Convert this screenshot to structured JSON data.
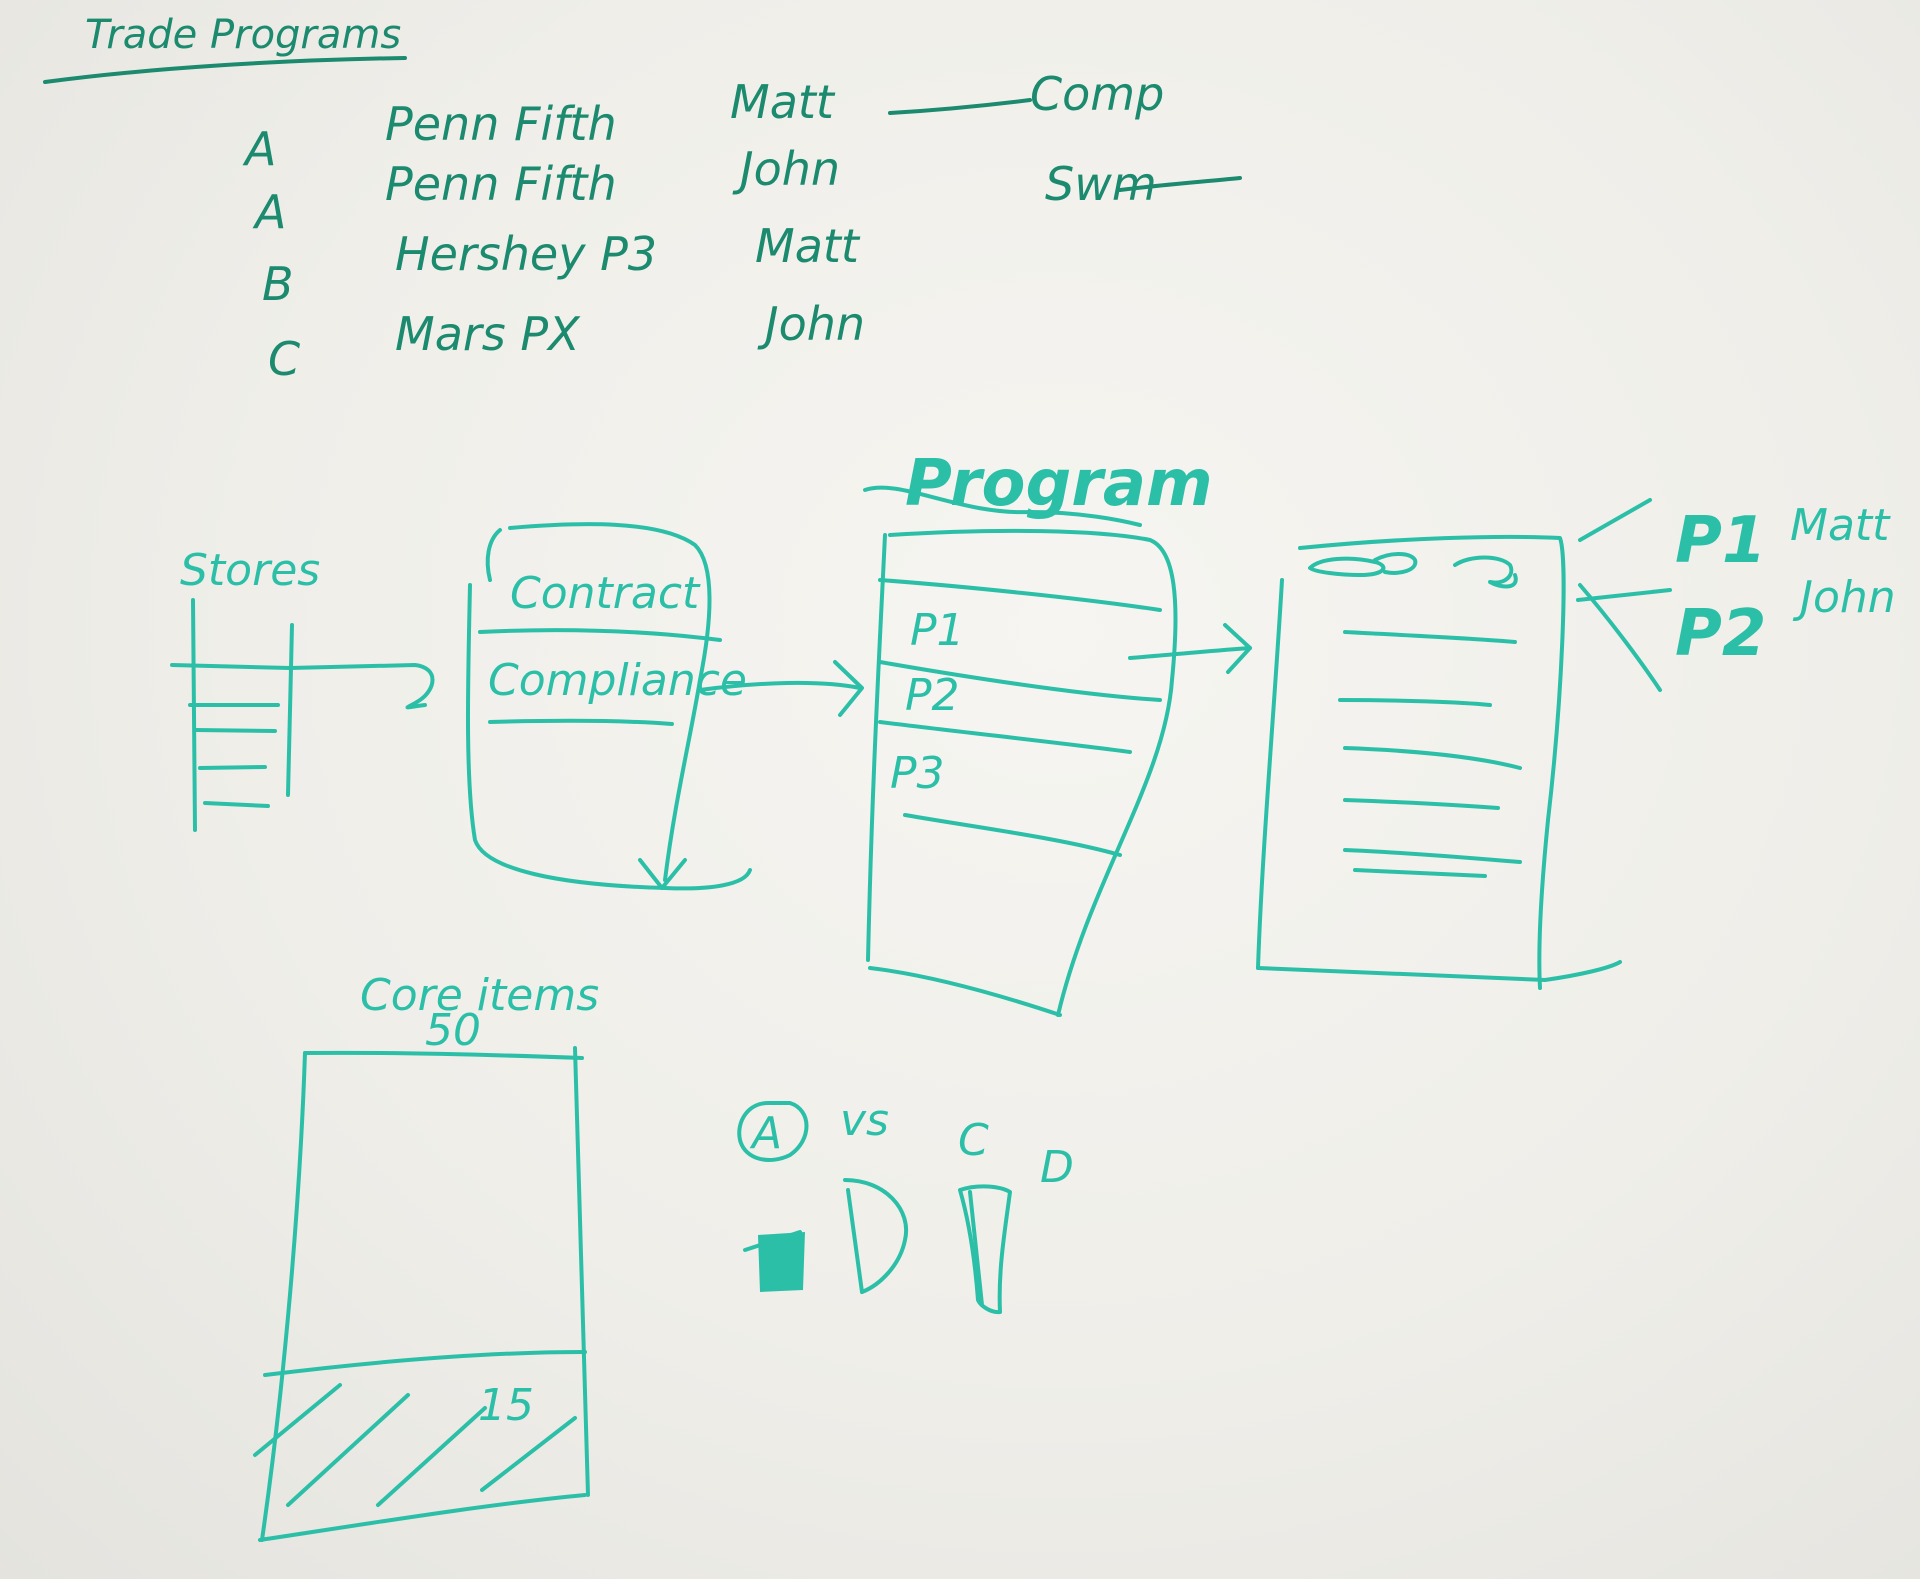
{
  "colors": {
    "ink_dark": "#1b8a6e",
    "ink_light": "#2cbfa8",
    "board": "#f3f2ee"
  },
  "header": {
    "title": "Trade Programs"
  },
  "rows": [
    {
      "code": "A",
      "name": "Penn Fifth",
      "person": "Matt"
    },
    {
      "code": "A",
      "name": "Penn Fifth",
      "person": "John"
    },
    {
      "code": "B",
      "name": "Hershey P3",
      "person": "Matt"
    },
    {
      "code": "C",
      "name": "Mars PX",
      "person": "John"
    }
  ],
  "side_notes": {
    "comp": "Comp",
    "scribble": "Swm"
  },
  "stores": {
    "label": "Stores"
  },
  "contract": {
    "top_label": "Contract",
    "bottom_label": "Compliance"
  },
  "program": {
    "title": "Program",
    "rows": [
      "P1",
      "P2",
      "P3"
    ]
  },
  "right_notes": {
    "p1": "P1",
    "p2": "P2",
    "matt": "Matt",
    "john": "John"
  },
  "core_items": {
    "title": "Core items",
    "count": "50",
    "subset": "15"
  },
  "bottom_notes": {
    "a": "A",
    "vs": "vs",
    "c": "C",
    "d": "D"
  }
}
